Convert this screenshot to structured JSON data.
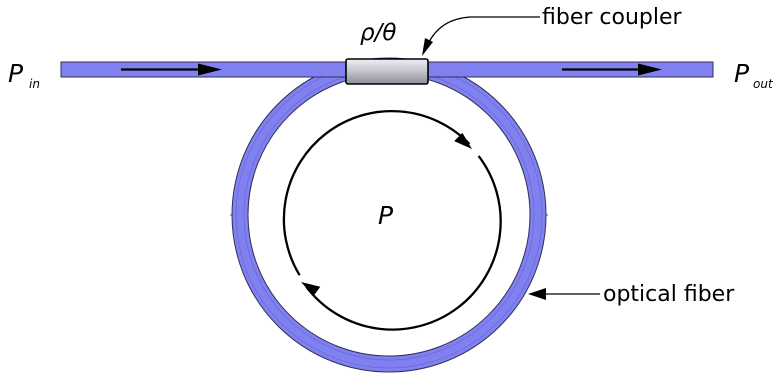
{
  "labels": {
    "p_in_main": "P",
    "p_in_sub": "in",
    "p_out_main": "P",
    "p_out_sub": "out",
    "coupler_param": "ρ/θ",
    "coupler_name": "fiber coupler",
    "ring_power": "P",
    "fiber_name": "optical fiber"
  },
  "colors": {
    "fiber": "#8080f0",
    "fiber_edge": "#30305a",
    "coupler_light": "#e6e6ee",
    "coupler_dark": "#9a9aa4"
  }
}
